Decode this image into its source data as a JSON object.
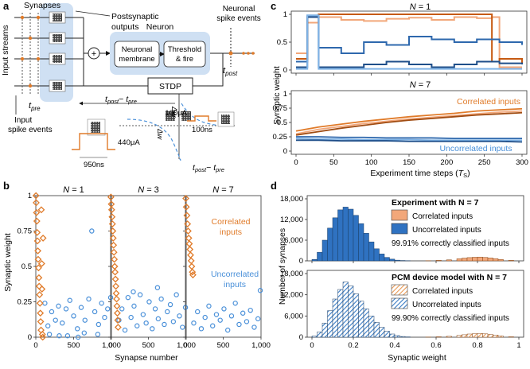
{
  "panel_a": {
    "letter": "a",
    "synapses": "Synapses",
    "postsynaptic": "Postsynaptic",
    "outputs": "outputs",
    "neuron": "Neuron",
    "membrane_1": "Neuronal",
    "membrane_2": "membrane",
    "fire_1": "Threshold",
    "fire_2": "& fire",
    "spike_events_1": "Neuronal",
    "spike_events_2": "spike events",
    "input_streams": "Input streams",
    "t_post": "t",
    "t_post_sub": "post",
    "t_pre": "t",
    "t_pre_sub": "pre",
    "stdp": "STDP",
    "input_spike_1": "Input",
    "input_spike_2": "spike events",
    "pulse_left_current": "440μA",
    "pulse_left_width": "950ns",
    "pulse_right_current": "100μA",
    "pulse_right_width": "100ns",
    "dw_label": "Δw",
    "dt_label": "t",
    "dt_label_post": "post",
    "dt_label_minus": "− t",
    "dt_label_pre": "pre",
    "plus": "+",
    "colors": {
      "orange": "#e07b2a",
      "blue_fill": "#cfe0f3"
    }
  },
  "panel_b": {
    "letter": "b",
    "ylabel": "Synaptic weight",
    "xlabel": "Synapse number",
    "corr_1": "Correlated",
    "corr_2": "inputs",
    "uncorr_1": "Uncorrelated",
    "uncorr_2": "inputs",
    "subplots": [
      {
        "title_pre": "N",
        "title_post": " = 1"
      },
      {
        "title_pre": "N",
        "title_post": " = 3"
      },
      {
        "title_pre": "N",
        "title_post": " = 7"
      }
    ],
    "yticks": [
      "0",
      "0.25",
      "0.5",
      "0.75",
      "1"
    ],
    "xticks_first": [
      "0",
      "500",
      "1,000"
    ],
    "xticks": [
      "0",
      "500",
      "1,000"
    ]
  },
  "panel_c": {
    "letter": "c",
    "ylabel": "Synaptic weight",
    "xlabel_pre": "Experiment time steps (",
    "xlabel_T": "T",
    "xlabel_sub": "S",
    "xlabel_post": ")",
    "top_title_pre": "N",
    "top_title_post": " = 1",
    "bottom_title_pre": "N",
    "bottom_title_post": " = 7",
    "corr_label": "Correlated inputs",
    "uncorr_label": "Uncorrelated inputs",
    "yticks": [
      "0",
      "0.5",
      "1"
    ],
    "yticks_b": [
      "0",
      "0.25",
      "0.5",
      "0.75",
      "1"
    ],
    "xticks": [
      "0",
      "50",
      "100",
      "150",
      "200",
      "250",
      "300"
    ]
  },
  "panel_d": {
    "letter": "d",
    "ylabel": "Number of synapses",
    "xlabel": "Synaptic weight",
    "top_title": "Experiment with N = 7",
    "top_accuracy": "99.91% correctly classified inputs",
    "bottom_title": "PCM device model with N = 7",
    "bottom_accuracy": "99.90% correctly classified inputs",
    "legend_corr": "Correlated inputs",
    "legend_uncorr": "Uncorrelated inputs",
    "yticks": [
      "0",
      "6,000",
      "12,000",
      "18,000"
    ],
    "xticks": [
      "0",
      "0.2",
      "0.4",
      "0.6",
      "0.8",
      "1"
    ]
  },
  "chart_data": [
    {
      "type": "scatter",
      "title": "N = 1",
      "xlabel": "Synapse number",
      "ylabel": "Synaptic weight",
      "xlim": [
        0,
        1000
      ],
      "ylim": [
        0,
        1
      ],
      "series": [
        {
          "name": "Correlated inputs",
          "x": [
            2,
            5,
            9,
            14,
            18,
            22,
            27,
            31,
            36,
            41,
            45,
            50,
            55,
            60,
            64,
            69,
            73,
            78,
            82,
            87,
            91,
            96
          ],
          "y": [
            1.0,
            0.95,
            0.88,
            0.82,
            0.74,
            0.68,
            0.61,
            0.55,
            0.49,
            0.42,
            0.36,
            0.3,
            0.24,
            0.17,
            0.11,
            0.05,
            0.9,
            0.52,
            0.34,
            0.02,
            0.0,
            0.7
          ]
        },
        {
          "name": "Uncorrelated inputs",
          "x": [
            120,
            160,
            210,
            260,
            300,
            350,
            400,
            450,
            500,
            550,
            600,
            650,
            700,
            740,
            780,
            830,
            870,
            910,
            950,
            990,
            180,
            420,
            640,
            820,
            310,
            560
          ],
          "y": [
            0.24,
            0.08,
            0.18,
            0.12,
            0.22,
            0.1,
            0.2,
            0.26,
            0.15,
            0.06,
            0.21,
            0.12,
            0.27,
            0.75,
            0.18,
            0.09,
            0.24,
            0.14,
            0.2,
            0.28,
            0.02,
            0.01,
            0.03,
            0.02,
            0.01,
            0.0
          ]
        }
      ]
    },
    {
      "type": "scatter",
      "title": "N = 3",
      "xlabel": "Synapse number",
      "ylabel": "Synaptic weight",
      "xlim": [
        0,
        1000
      ],
      "ylim": [
        0,
        1
      ],
      "series": [
        {
          "name": "Correlated inputs",
          "x": [
            4,
            9,
            14,
            19,
            24,
            29,
            34,
            39,
            44,
            49,
            54,
            59,
            64,
            69,
            74,
            79,
            84,
            89,
            94,
            99
          ],
          "y": [
            0.99,
            0.94,
            0.9,
            0.85,
            0.8,
            0.75,
            0.7,
            0.65,
            0.6,
            0.55,
            0.5,
            0.46,
            0.41,
            0.36,
            0.31,
            0.27,
            0.22,
            0.17,
            0.12,
            0.07
          ]
        },
        {
          "name": "Uncorrelated inputs",
          "x": [
            110,
            150,
            190,
            230,
            270,
            310,
            350,
            390,
            430,
            470,
            510,
            550,
            590,
            630,
            670,
            710,
            750,
            790,
            830,
            870,
            910,
            950,
            990,
            300,
            620
          ],
          "y": [
            0.12,
            0.2,
            0.05,
            0.28,
            0.14,
            0.22,
            0.08,
            0.3,
            0.16,
            0.1,
            0.25,
            0.06,
            0.2,
            0.13,
            0.27,
            0.09,
            0.18,
            0.23,
            0.11,
            0.3,
            0.15,
            0.07,
            0.21,
            0.32,
            0.35
          ]
        }
      ]
    },
    {
      "type": "scatter",
      "title": "N = 7",
      "xlabel": "Synapse number",
      "ylabel": "Synaptic weight",
      "xlim": [
        0,
        1000
      ],
      "ylim": [
        0,
        1
      ],
      "series": [
        {
          "name": "Correlated inputs",
          "x": [
            5,
            12,
            20,
            28,
            36,
            44,
            52,
            60,
            68,
            76,
            84,
            92,
            99
          ],
          "y": [
            0.98,
            0.92,
            0.86,
            0.8,
            0.75,
            0.7,
            0.66,
            0.62,
            0.58,
            0.54,
            0.5,
            0.46,
            0.44
          ]
        },
        {
          "name": "Uncorrelated inputs",
          "x": [
            110,
            160,
            210,
            260,
            310,
            360,
            410,
            460,
            510,
            560,
            610,
            660,
            710,
            760,
            810,
            860,
            910,
            960,
            990
          ],
          "y": [
            0.1,
            0.18,
            0.06,
            0.14,
            0.22,
            0.08,
            0.16,
            0.12,
            0.2,
            0.05,
            0.15,
            0.24,
            0.09,
            0.17,
            0.11,
            0.19,
            0.07,
            0.13,
            0.33
          ]
        }
      ]
    },
    {
      "type": "line",
      "title": "N = 1",
      "xlabel": "Experiment time steps (TS)",
      "ylabel": "Synaptic weight",
      "xlim": [
        0,
        300
      ],
      "ylim": [
        0,
        1
      ],
      "series": [
        {
          "x": [
            0,
            15,
            30,
            60,
            90,
            120,
            150,
            180,
            210,
            240,
            260,
            270,
            300
          ],
          "values": [
            0.3,
            0.85,
            0.95,
            0.9,
            0.88,
            0.92,
            0.94,
            0.9,
            0.95,
            0.93,
            0.95,
            0.05,
            0.05
          ]
        },
        {
          "x": [
            0,
            15,
            30,
            60,
            90,
            120,
            150,
            180,
            210,
            240,
            260,
            270,
            300
          ],
          "values": [
            0.2,
            0.95,
            1.0,
            1.0,
            1.0,
            1.0,
            1.0,
            1.0,
            1.0,
            1.0,
            0.15,
            0.2,
            0.12
          ]
        },
        {
          "x": [
            0,
            15,
            30,
            60,
            90,
            120,
            150,
            180,
            210,
            240,
            270,
            300
          ],
          "values": [
            0.15,
            0.98,
            0.4,
            0.3,
            0.5,
            0.45,
            0.6,
            0.55,
            0.5,
            0.55,
            0.5,
            0.45
          ]
        },
        {
          "x": [
            0,
            15,
            30,
            60,
            90,
            120,
            150,
            180,
            210,
            240,
            270,
            300
          ],
          "values": [
            0.05,
            0.95,
            0.05,
            0.05,
            0.1,
            0.15,
            0.1,
            0.05,
            0.1,
            0.15,
            0.12,
            0.1
          ]
        },
        {
          "x": [
            0,
            15,
            30,
            60,
            90,
            120,
            150,
            180,
            210,
            240,
            270,
            300
          ],
          "values": [
            0.02,
            0.98,
            0.02,
            0.02,
            0.02,
            0.02,
            0.02,
            0.02,
            0.02,
            0.02,
            0.02,
            0.02
          ]
        }
      ]
    },
    {
      "type": "line",
      "title": "N = 7",
      "xlabel": "Experiment time steps (TS)",
      "ylabel": "Synaptic weight",
      "xlim": [
        0,
        300
      ],
      "ylim": [
        0,
        1
      ],
      "series": [
        {
          "name": "Correlated inputs",
          "x": [
            0,
            30,
            60,
            90,
            120,
            150,
            180,
            210,
            240,
            270,
            300
          ],
          "values": [
            0.35,
            0.42,
            0.47,
            0.52,
            0.56,
            0.6,
            0.63,
            0.66,
            0.7,
            0.72,
            0.74
          ]
        },
        {
          "x": [
            0,
            30,
            60,
            90,
            120,
            150,
            180,
            210,
            240,
            270,
            300
          ],
          "values": [
            0.3,
            0.38,
            0.43,
            0.48,
            0.52,
            0.56,
            0.59,
            0.62,
            0.65,
            0.68,
            0.7
          ]
        },
        {
          "x": [
            0,
            30,
            60,
            90,
            120,
            150,
            180,
            210,
            240,
            270,
            300
          ],
          "values": [
            0.28,
            0.34,
            0.4,
            0.45,
            0.5,
            0.54,
            0.57,
            0.6,
            0.63,
            0.65,
            0.67
          ]
        },
        {
          "name": "Uncorrelated inputs",
          "x": [
            0,
            30,
            60,
            90,
            120,
            150,
            180,
            210,
            240,
            270,
            300
          ],
          "values": [
            0.25,
            0.25,
            0.24,
            0.24,
            0.23,
            0.23,
            0.23,
            0.22,
            0.22,
            0.22,
            0.22
          ]
        },
        {
          "x": [
            0,
            30,
            60,
            90,
            120,
            150,
            180,
            210,
            240,
            270,
            300
          ],
          "values": [
            0.22,
            0.21,
            0.21,
            0.2,
            0.2,
            0.2,
            0.19,
            0.19,
            0.19,
            0.19,
            0.19
          ]
        },
        {
          "x": [
            0,
            30,
            60,
            90,
            120,
            150,
            180,
            210,
            240,
            270,
            300
          ],
          "values": [
            0.19,
            0.19,
            0.18,
            0.18,
            0.18,
            0.17,
            0.17,
            0.17,
            0.17,
            0.17,
            0.16
          ]
        }
      ]
    },
    {
      "type": "bar",
      "title": "Experiment with N = 7",
      "xlabel": "Synaptic weight",
      "ylabel": "Number of synapses",
      "ylim": [
        0,
        18000
      ],
      "x": [
        0.0,
        0.025,
        0.05,
        0.075,
        0.1,
        0.125,
        0.15,
        0.175,
        0.2,
        0.225,
        0.25,
        0.275,
        0.3,
        0.325,
        0.35,
        0.375,
        0.4,
        0.425,
        0.45
      ],
      "series": [
        {
          "name": "Uncorrelated inputs",
          "values": [
            400,
            2500,
            6000,
            9500,
            12500,
            14800,
            15600,
            15000,
            13200,
            10800,
            8000,
            5500,
            3500,
            2000,
            1000,
            500,
            200,
            100,
            50
          ]
        },
        {
          "name": "Correlated inputs",
          "x": [
            0.55,
            0.6,
            0.65,
            0.7,
            0.725,
            0.75,
            0.775,
            0.8,
            0.825,
            0.85,
            0.875,
            0.9,
            0.95
          ],
          "values": [
            50,
            150,
            300,
            600,
            800,
            950,
            1050,
            1100,
            1000,
            850,
            650,
            400,
            150
          ]
        }
      ]
    },
    {
      "type": "bar",
      "title": "PCM device model with N = 7",
      "xlabel": "Synaptic weight",
      "ylabel": "Number of synapses",
      "ylim": [
        0,
        18000
      ],
      "x": [
        0.0,
        0.025,
        0.05,
        0.075,
        0.1,
        0.125,
        0.15,
        0.175,
        0.2,
        0.225,
        0.25,
        0.275,
        0.3,
        0.325,
        0.35,
        0.375,
        0.4,
        0.425,
        0.45
      ],
      "series": [
        {
          "name": "Uncorrelated inputs",
          "values": [
            300,
            1500,
            4000,
            7500,
            10800,
            13500,
            15600,
            14500,
            12300,
            10200,
            8000,
            6000,
            4200,
            2800,
            1700,
            900,
            450,
            200,
            80
          ]
        },
        {
          "name": "Correlated inputs",
          "x": [
            0.55,
            0.6,
            0.65,
            0.7,
            0.725,
            0.75,
            0.775,
            0.8,
            0.825,
            0.85,
            0.875,
            0.9,
            0.95
          ],
          "values": [
            50,
            120,
            250,
            500,
            700,
            900,
            1000,
            1050,
            950,
            800,
            600,
            350,
            120
          ]
        }
      ]
    }
  ]
}
